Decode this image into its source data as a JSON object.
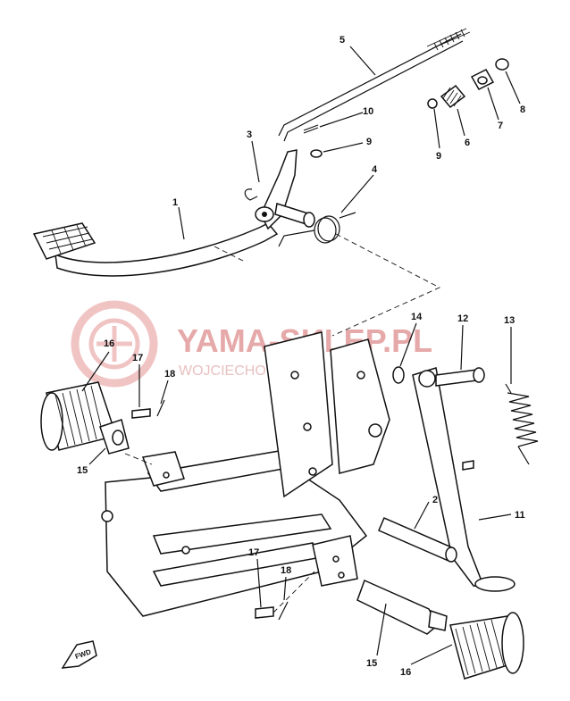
{
  "watermark": {
    "brand": "YAMA-SKLEP.PL",
    "subtitle": "WOJCIECHOWICZ",
    "color": "#e6a9a9"
  },
  "callouts": {
    "c1": "1",
    "c2": "2",
    "c3": "3",
    "c4": "4",
    "c5": "5",
    "c6": "6",
    "c7": "7",
    "c8": "8",
    "c9a": "9",
    "c9b": "9",
    "c10": "10",
    "c11": "11",
    "c12": "12",
    "c13": "13",
    "c14": "14",
    "c15a": "15",
    "c15b": "15",
    "c16a": "16",
    "c16b": "16",
    "c17a": "17",
    "c17b": "17",
    "c18a": "18",
    "c18b": "18"
  },
  "front_marker": "FWD"
}
